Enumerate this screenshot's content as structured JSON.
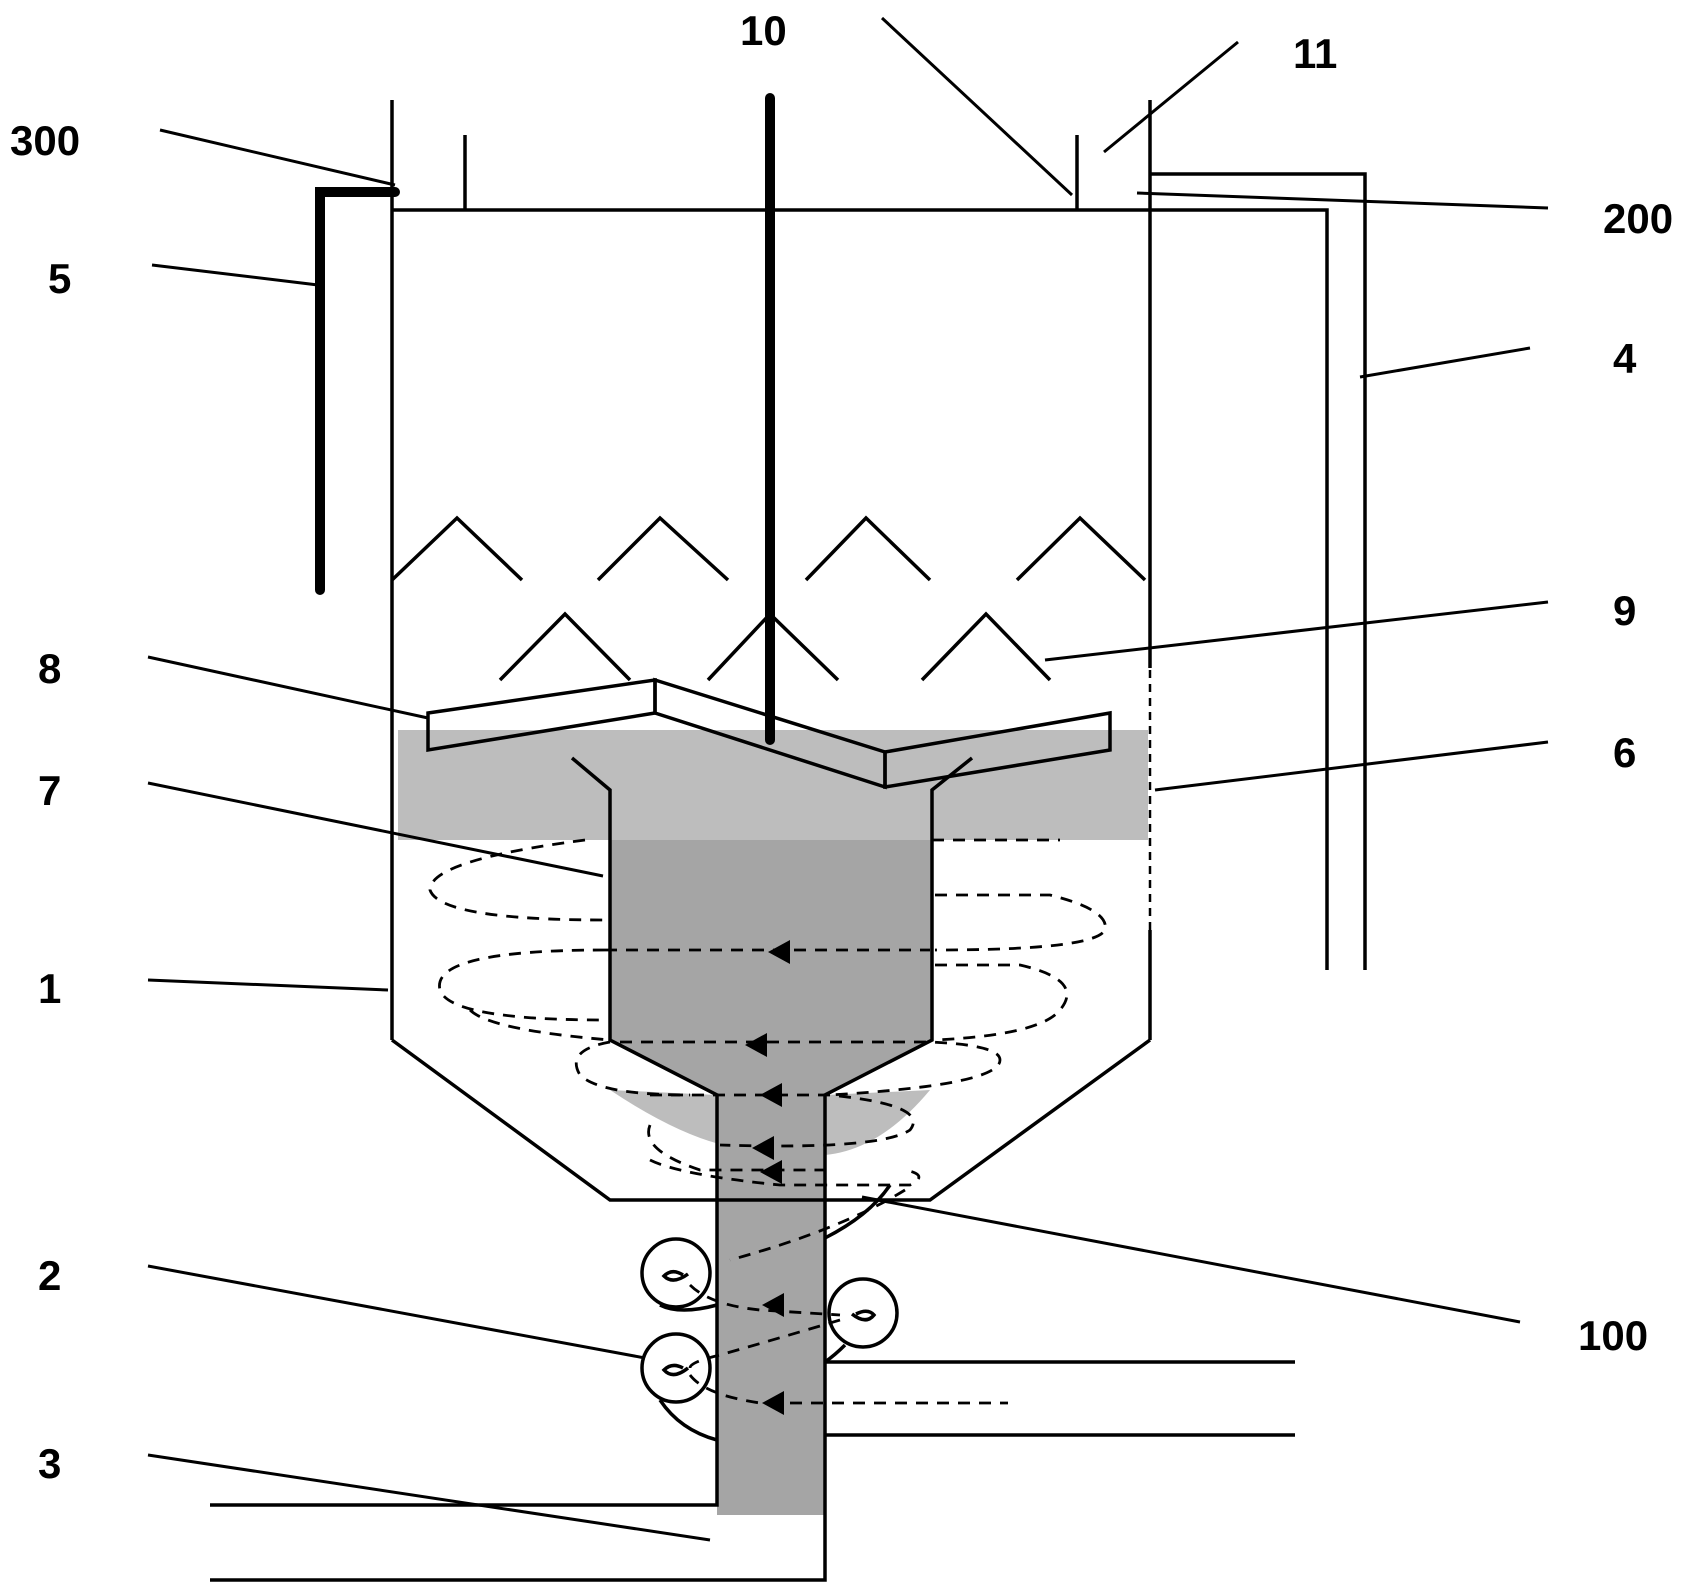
{
  "labels": {
    "l300": "300",
    "l5": "5",
    "l10": "10",
    "l11": "11",
    "l200": "200",
    "l4": "4",
    "l9": "9",
    "l8": "8",
    "l6": "6",
    "l7": "7",
    "l1": "1",
    "l2": "2",
    "l100": "100",
    "l3": "3"
  }
}
